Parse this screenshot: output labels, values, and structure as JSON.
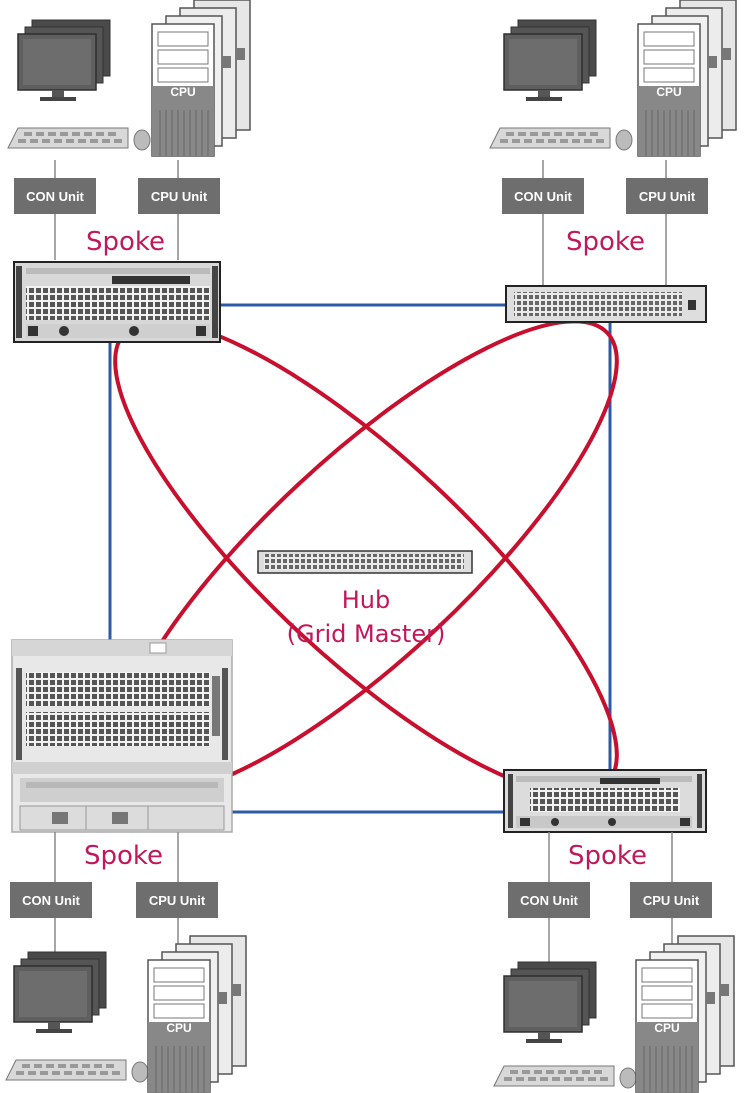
{
  "colors": {
    "mesh": "#c8102e",
    "ring": "#2d5aa6",
    "label": "#c2185b",
    "unit_box": "#6e6e6e",
    "device_dark": "#2b2b2b"
  },
  "icons": {
    "monitor": "monitor-stack-icon",
    "keyboard": "keyboard-mouse-icon",
    "tower": "cpu-tower-stack-icon",
    "switch": "switch-rack-icon",
    "chassis": "matrix-chassis-icon"
  },
  "hub": {
    "line1": "Hub",
    "line2": "(Grid Master)"
  },
  "spokes": {
    "top_left": {
      "label": "Spoke",
      "con_unit": "CON Unit",
      "cpu_unit": "CPU Unit",
      "cpu_text": "CPU"
    },
    "top_right": {
      "label": "Spoke",
      "con_unit": "CON Unit",
      "cpu_unit": "CPU Unit",
      "cpu_text": "CPU"
    },
    "bottom_left": {
      "label": "Spoke",
      "con_unit": "CON Unit",
      "cpu_unit": "CPU Unit",
      "cpu_text": "CPU"
    },
    "bottom_right": {
      "label": "Spoke",
      "con_unit": "CON Unit",
      "cpu_unit": "CPU Unit",
      "cpu_text": "CPU"
    }
  }
}
